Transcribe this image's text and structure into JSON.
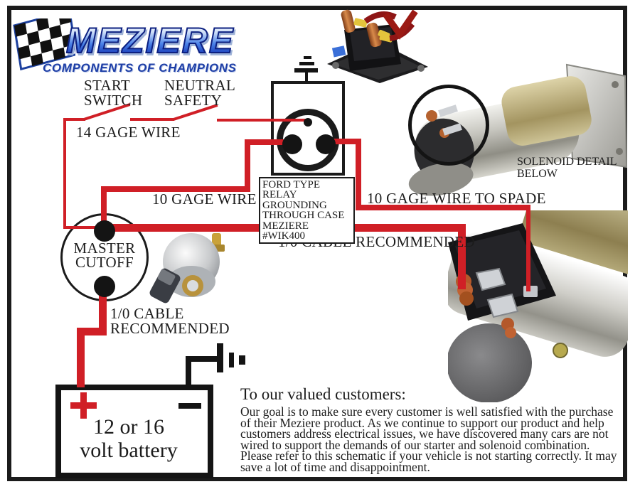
{
  "colors": {
    "wire_red": "#d01f26",
    "line_black": "#1b1b1b",
    "logo_blue": "#2050c8",
    "logo_blue_dark": "#0d2080"
  },
  "logo": {
    "brand": "MEZIERE",
    "tagline": "COMPONENTS OF CHAMPIONS",
    "flag_icon": "checkered-flag"
  },
  "diagram": {
    "start_switch": {
      "line1": "START",
      "line2": "SWITCH"
    },
    "neutral_safety": {
      "line1": "NEUTRAL",
      "line2": "SAFETY"
    },
    "wire14_label": "14 GAGE WIRE",
    "wire10_label": "10 GAGE WIRE",
    "wire10_spade_label": "10 GAGE WIRE TO SPADE",
    "cable_recommended_label": "1/0 CABLE RECOMMENDED",
    "master_cutoff": {
      "line1": "MASTER",
      "line2": "CUTOFF"
    },
    "cable_left": {
      "line1": "1/0 CABLE",
      "line2": "RECOMMENDED"
    },
    "relay_caption": {
      "line1": "FORD TYPE RELAY",
      "line2": "GROUNDING",
      "line3": "THROUGH CASE",
      "line4": "MEZIERE #WIK400"
    },
    "solenoid_detail": {
      "line1": "SOLENOID DETAIL",
      "line2": "BELOW"
    },
    "battery": {
      "plus": "+",
      "minus": "−",
      "line1": "12 or 16",
      "line2": "volt battery"
    },
    "ground_icons": [
      "relay-case-ground",
      "battery-negative-ground"
    ]
  },
  "letter": {
    "heading": "To our valued customers:",
    "lines": [
      "Our goal is to make sure every customer is well satisfied with the purchase",
      "of their Meziere product.  As we continue to support our product and help",
      "customers address electrical issues, we have discovered many cars are not",
      "wired to support the demands of our starter and solenoid combination.",
      "Please refer to this schematic if your vehicle is not starting correctly. It may",
      "save a lot of time and disappointment."
    ]
  }
}
